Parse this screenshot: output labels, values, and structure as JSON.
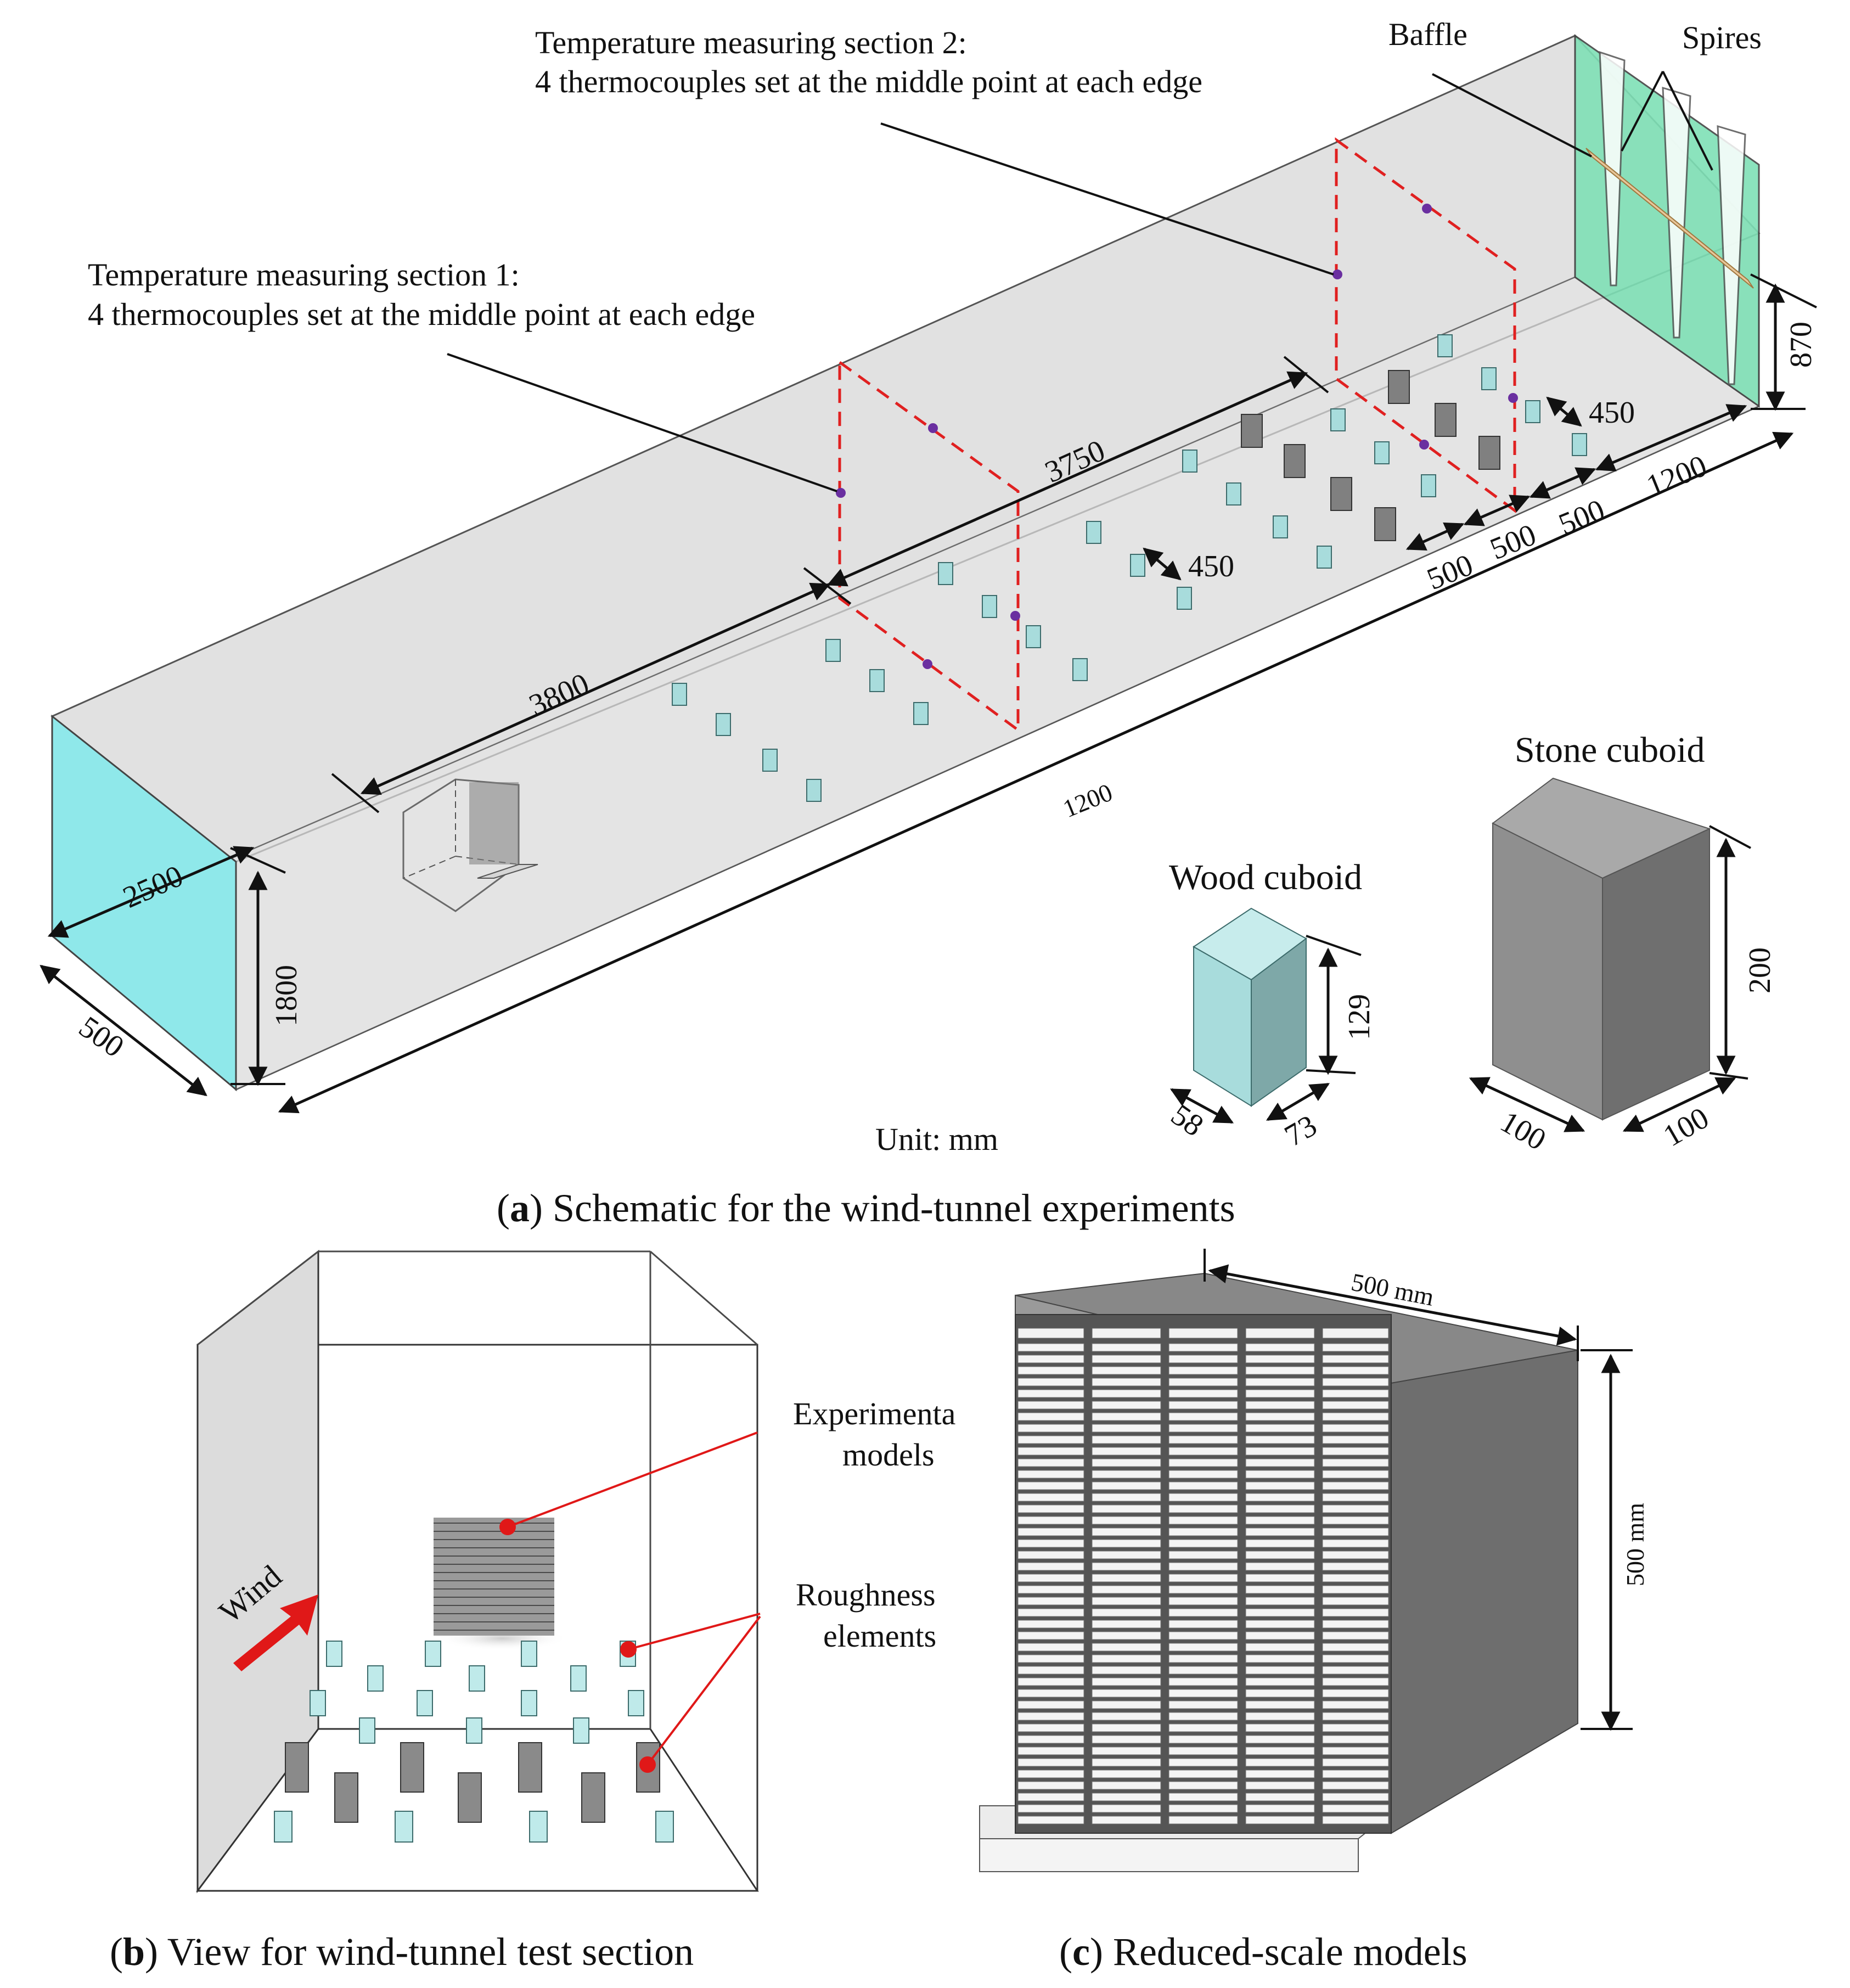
{
  "panel_a": {
    "caption_letter": "a",
    "caption_text": "Schematic for the wind-tunnel experiments",
    "section2_line1": "Temperature measuring section 2:",
    "section2_line2": "4 thermocouples set at the middle point at each edge",
    "section1_line1": "Temperature measuring section 1:",
    "section1_line2": "4 thermocouples set at the middle point at each edge",
    "baffle_label": "Baffle",
    "spires_label": "Spires",
    "unit_label": "Unit: mm",
    "wood_title": "Wood cuboid",
    "stone_title": "Stone cuboid",
    "dimensions": {
      "d870": "870",
      "d450_upper": "450",
      "d450_lower": "450",
      "d1200_right": "1200",
      "d500_a": "500",
      "d500_b": "500",
      "d500_c": "500",
      "d3750": "3750",
      "d3800": "3800",
      "d1200_bottom": "1200",
      "d2500": "2500",
      "d1800": "1800",
      "d500_width": "500",
      "wood_h": "129",
      "wood_w1": "58",
      "wood_w2": "73",
      "stone_h": "200",
      "stone_w1": "100",
      "stone_w2": "100"
    },
    "colors": {
      "inlet": "#8fe8ea",
      "outlet": "#7fe0b6",
      "wood": "#a8dcdc",
      "stone": "#808080",
      "thermocouple": "#6a2fa0",
      "section_dash": "#e02020",
      "baffle": "#e8c79a"
    }
  },
  "panel_b": {
    "caption_letter": "b",
    "caption_text": "View for wind-tunnel test section",
    "wind_label": "Wind",
    "models_line1": "Experimenta",
    "models_line2": "models",
    "roughness_line1": "Roughness",
    "roughness_line2": "elements"
  },
  "panel_c": {
    "caption_letter": "c",
    "caption_text": "Reduced-scale models",
    "width_label": "500 mm",
    "height_label": "500 mm"
  }
}
